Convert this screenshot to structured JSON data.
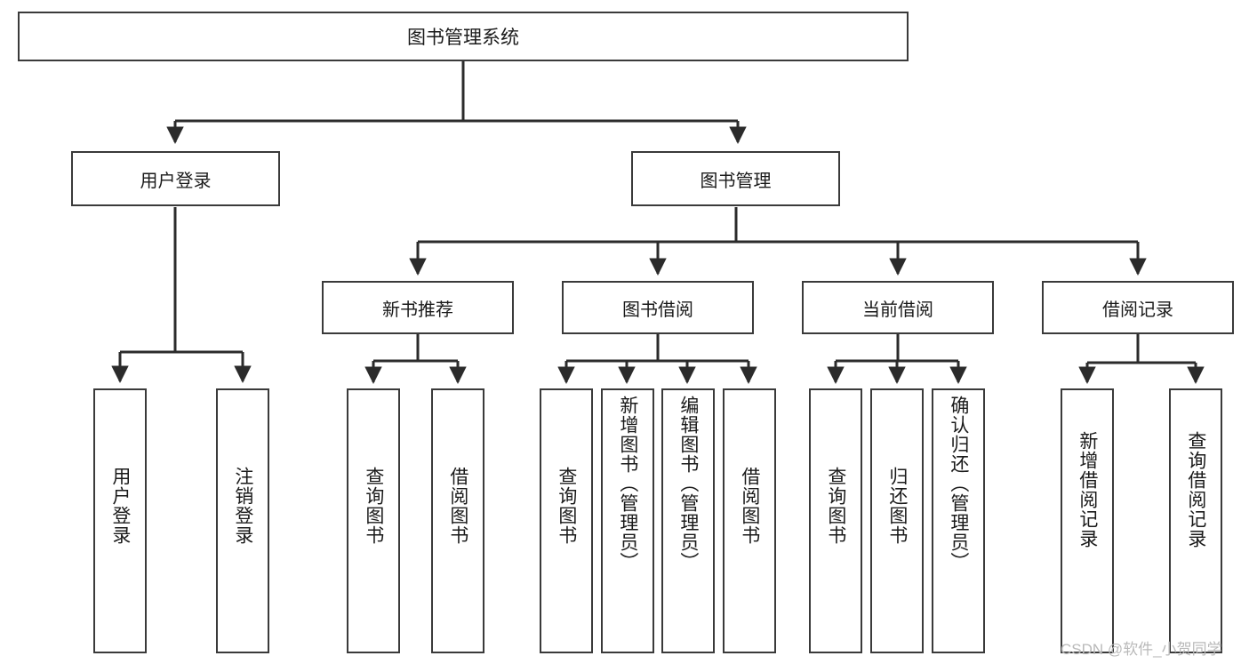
{
  "diagram": {
    "type": "tree",
    "title": "图书管理系统",
    "orientation": "top-down",
    "colors": {
      "box_border": "#3a3a3a",
      "box_fill": "#ffffff",
      "edge": "#2b2b2b",
      "text": "#1a1a1a",
      "watermark": "#b9b9b9"
    }
  },
  "nodes": {
    "root": {
      "label": "图书管理系统"
    },
    "level2": [
      {
        "id": "user-login",
        "label": "用户登录"
      },
      {
        "id": "book-manage",
        "label": "图书管理"
      }
    ],
    "level3": [
      {
        "id": "new-book-rec",
        "label": "新书推荐"
      },
      {
        "id": "book-borrow",
        "label": "图书借阅"
      },
      {
        "id": "current-borrow",
        "label": "当前借阅"
      },
      {
        "id": "borrow-record",
        "label": "借阅记录"
      }
    ],
    "leaves": {
      "user-login": [
        {
          "id": "leaf-user-login",
          "label": "用户登录"
        },
        {
          "id": "leaf-logout",
          "label": "注销登录"
        }
      ],
      "new-book-rec": [
        {
          "id": "leaf-query-book-1",
          "label": "查询图书"
        },
        {
          "id": "leaf-borrow-book-1",
          "label": "借阅图书"
        }
      ],
      "book-borrow": [
        {
          "id": "leaf-query-book-2",
          "label": "查询图书"
        },
        {
          "id": "leaf-add-book",
          "label": "新增图书（管理员）"
        },
        {
          "id": "leaf-edit-book",
          "label": "编辑图书（管理员）"
        },
        {
          "id": "leaf-borrow-book-2",
          "label": "借阅图书"
        }
      ],
      "current-borrow": [
        {
          "id": "leaf-query-book-3",
          "label": "查询图书"
        },
        {
          "id": "leaf-return-book",
          "label": "归还图书"
        },
        {
          "id": "leaf-confirm-return",
          "label": "确认归还（管理员）"
        }
      ],
      "borrow-record": [
        {
          "id": "leaf-add-record",
          "label": "新增借阅记录"
        },
        {
          "id": "leaf-query-record",
          "label": "查询借阅记录"
        }
      ]
    }
  },
  "watermark": {
    "text": "CSDN @软件_小贺同学"
  }
}
